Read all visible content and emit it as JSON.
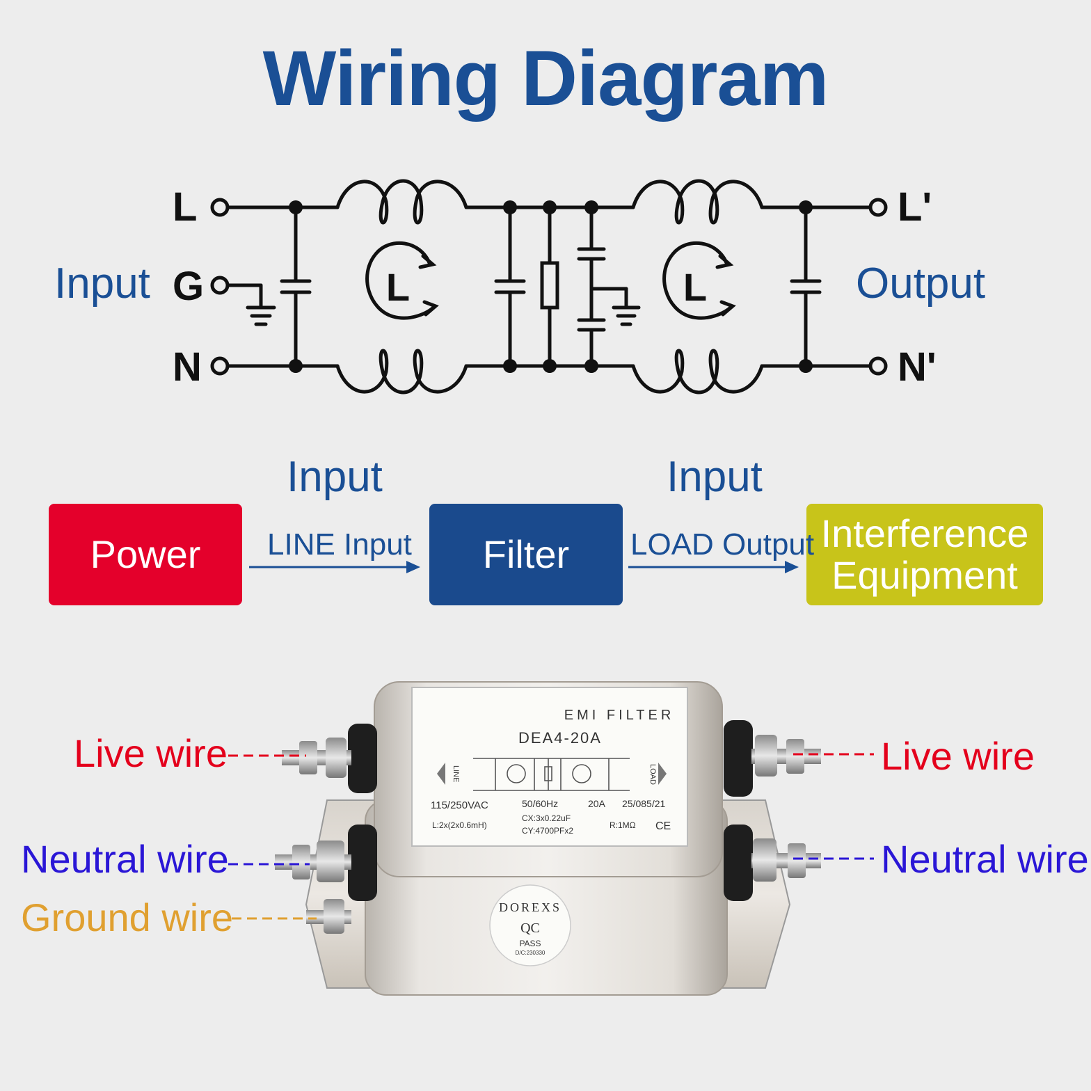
{
  "title": "Wiring Diagram",
  "schematic": {
    "input_label": "Input",
    "output_label": "Output",
    "nodes": {
      "L": "L",
      "G": "G",
      "N": "N",
      "L_out": "L'",
      "N_out": "N'"
    },
    "inductor_symbol": "L"
  },
  "flow": {
    "power": {
      "label": "Power",
      "color": "#e4002b"
    },
    "filter": {
      "label": "Filter",
      "color": "#1a4a8d"
    },
    "equipment": {
      "line1": "Interference",
      "line2": "Equipment",
      "color": "#c8c41a"
    },
    "left_heading": "Input",
    "left_sub": "LINE Input",
    "right_heading": "Input",
    "right_sub": "LOAD Output"
  },
  "device": {
    "label_title": "EMI FILTER",
    "model": "DEA4-20A",
    "line_side": "LINE",
    "load_side": "LOAD",
    "spec_voltage": "115/250VAC",
    "spec_freq": "50/60Hz",
    "spec_current": "20A",
    "spec_climate": "25/085/21",
    "spec_inductance": "L:2x(2x0.6mH)",
    "spec_cx": "CX:3x0.22uF",
    "spec_cy": "CY:4700PFx2",
    "spec_r": "R:1MΩ",
    "mark_ce": "CE",
    "sticker_brand": "DOREXS",
    "sticker_qc": "QC",
    "sticker_pass": "PASS",
    "sticker_dc": "D/C:230330"
  },
  "wires": {
    "live_left": "Live wire",
    "neutral_left": "Neutral wire",
    "ground_left": "Ground wire",
    "live_right": "Live wire",
    "neutral_right": "Neutral wire",
    "live_color": "#e4001c",
    "neutral_color": "#2a16d6",
    "ground_color": "#e0a030"
  }
}
